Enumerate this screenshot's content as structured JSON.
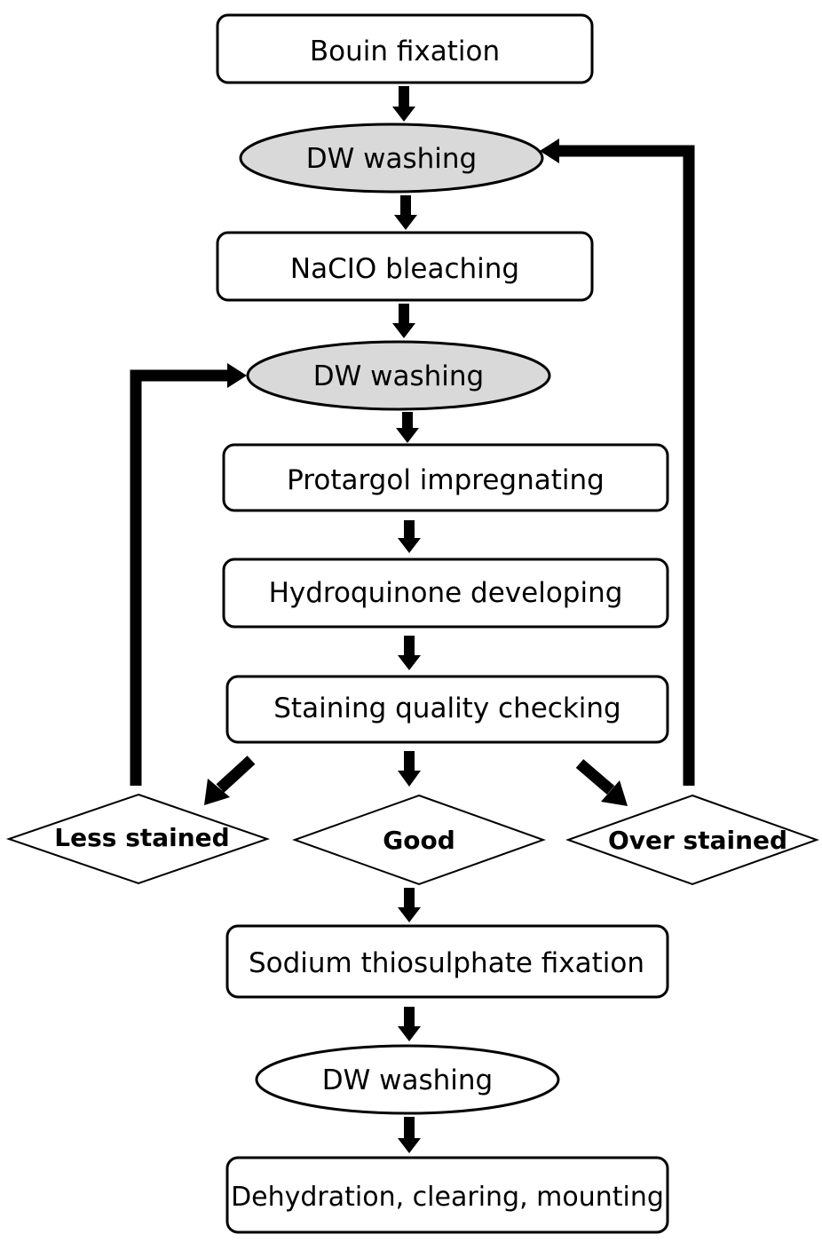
{
  "steps": {
    "bouin": "Bouin fixation",
    "dw1": "DW washing",
    "naclo": "NaCIO bleaching",
    "dw2": "DW washing",
    "protargol": "Protargol impregnating",
    "hydroquinone": "Hydroquinone developing",
    "quality": "Staining quality checking",
    "sodium": "Sodium thiosulphate fixation",
    "dw3": "DW washing",
    "final": "Dehydration, clearing, mounting"
  },
  "decisions": {
    "less": "Less stained",
    "good": "Good",
    "over": "Over stained"
  },
  "colors": {
    "grey_fill": "#d9d9d9",
    "stroke": "#000000"
  }
}
